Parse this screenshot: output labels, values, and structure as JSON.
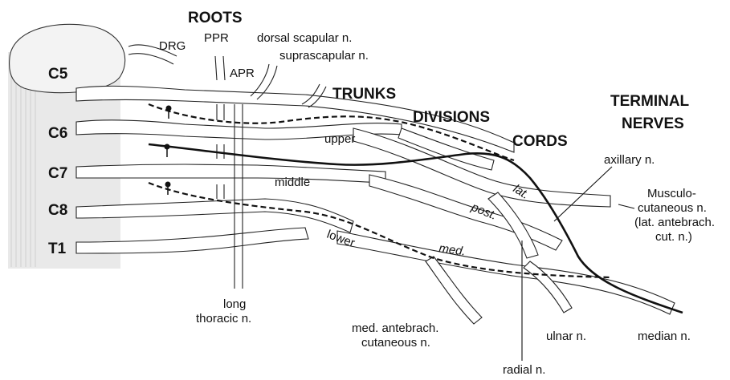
{
  "sections": {
    "roots": "ROOTS",
    "trunks": "TRUNKS",
    "divisions": "DIVISIONS",
    "cords": "CORDS",
    "terminal_line1": "TERMINAL",
    "terminal_line2": "NERVES"
  },
  "roots": [
    "C5",
    "C6",
    "C7",
    "C8",
    "T1"
  ],
  "root_labels": {
    "drg": "DRG",
    "ppr": "PPR",
    "apr": "APR"
  },
  "nerves": {
    "dorsal_scapular": "dorsal scapular n.",
    "suprascapular": "suprascapular n.",
    "long_thoracic_line1": "long",
    "long_thoracic_line2": "thoracic n.",
    "axillary": "axillary n.",
    "musculo_line1": "Musculo-",
    "musculo_line2": "cutaneous n.",
    "musculo_line3": "(lat. antebrach.",
    "musculo_line4": "cut. n.)",
    "med_antebrach_line1": "med. antebrach.",
    "med_antebrach_line2": "cutaneous n.",
    "radial": "radial n.",
    "ulnar": "ulnar n.",
    "median": "median n."
  },
  "trunks": {
    "upper": "upper",
    "middle": "middle",
    "lower": "lower"
  },
  "cords": {
    "lat": "lat.",
    "post": "post.",
    "med": "med."
  }
}
